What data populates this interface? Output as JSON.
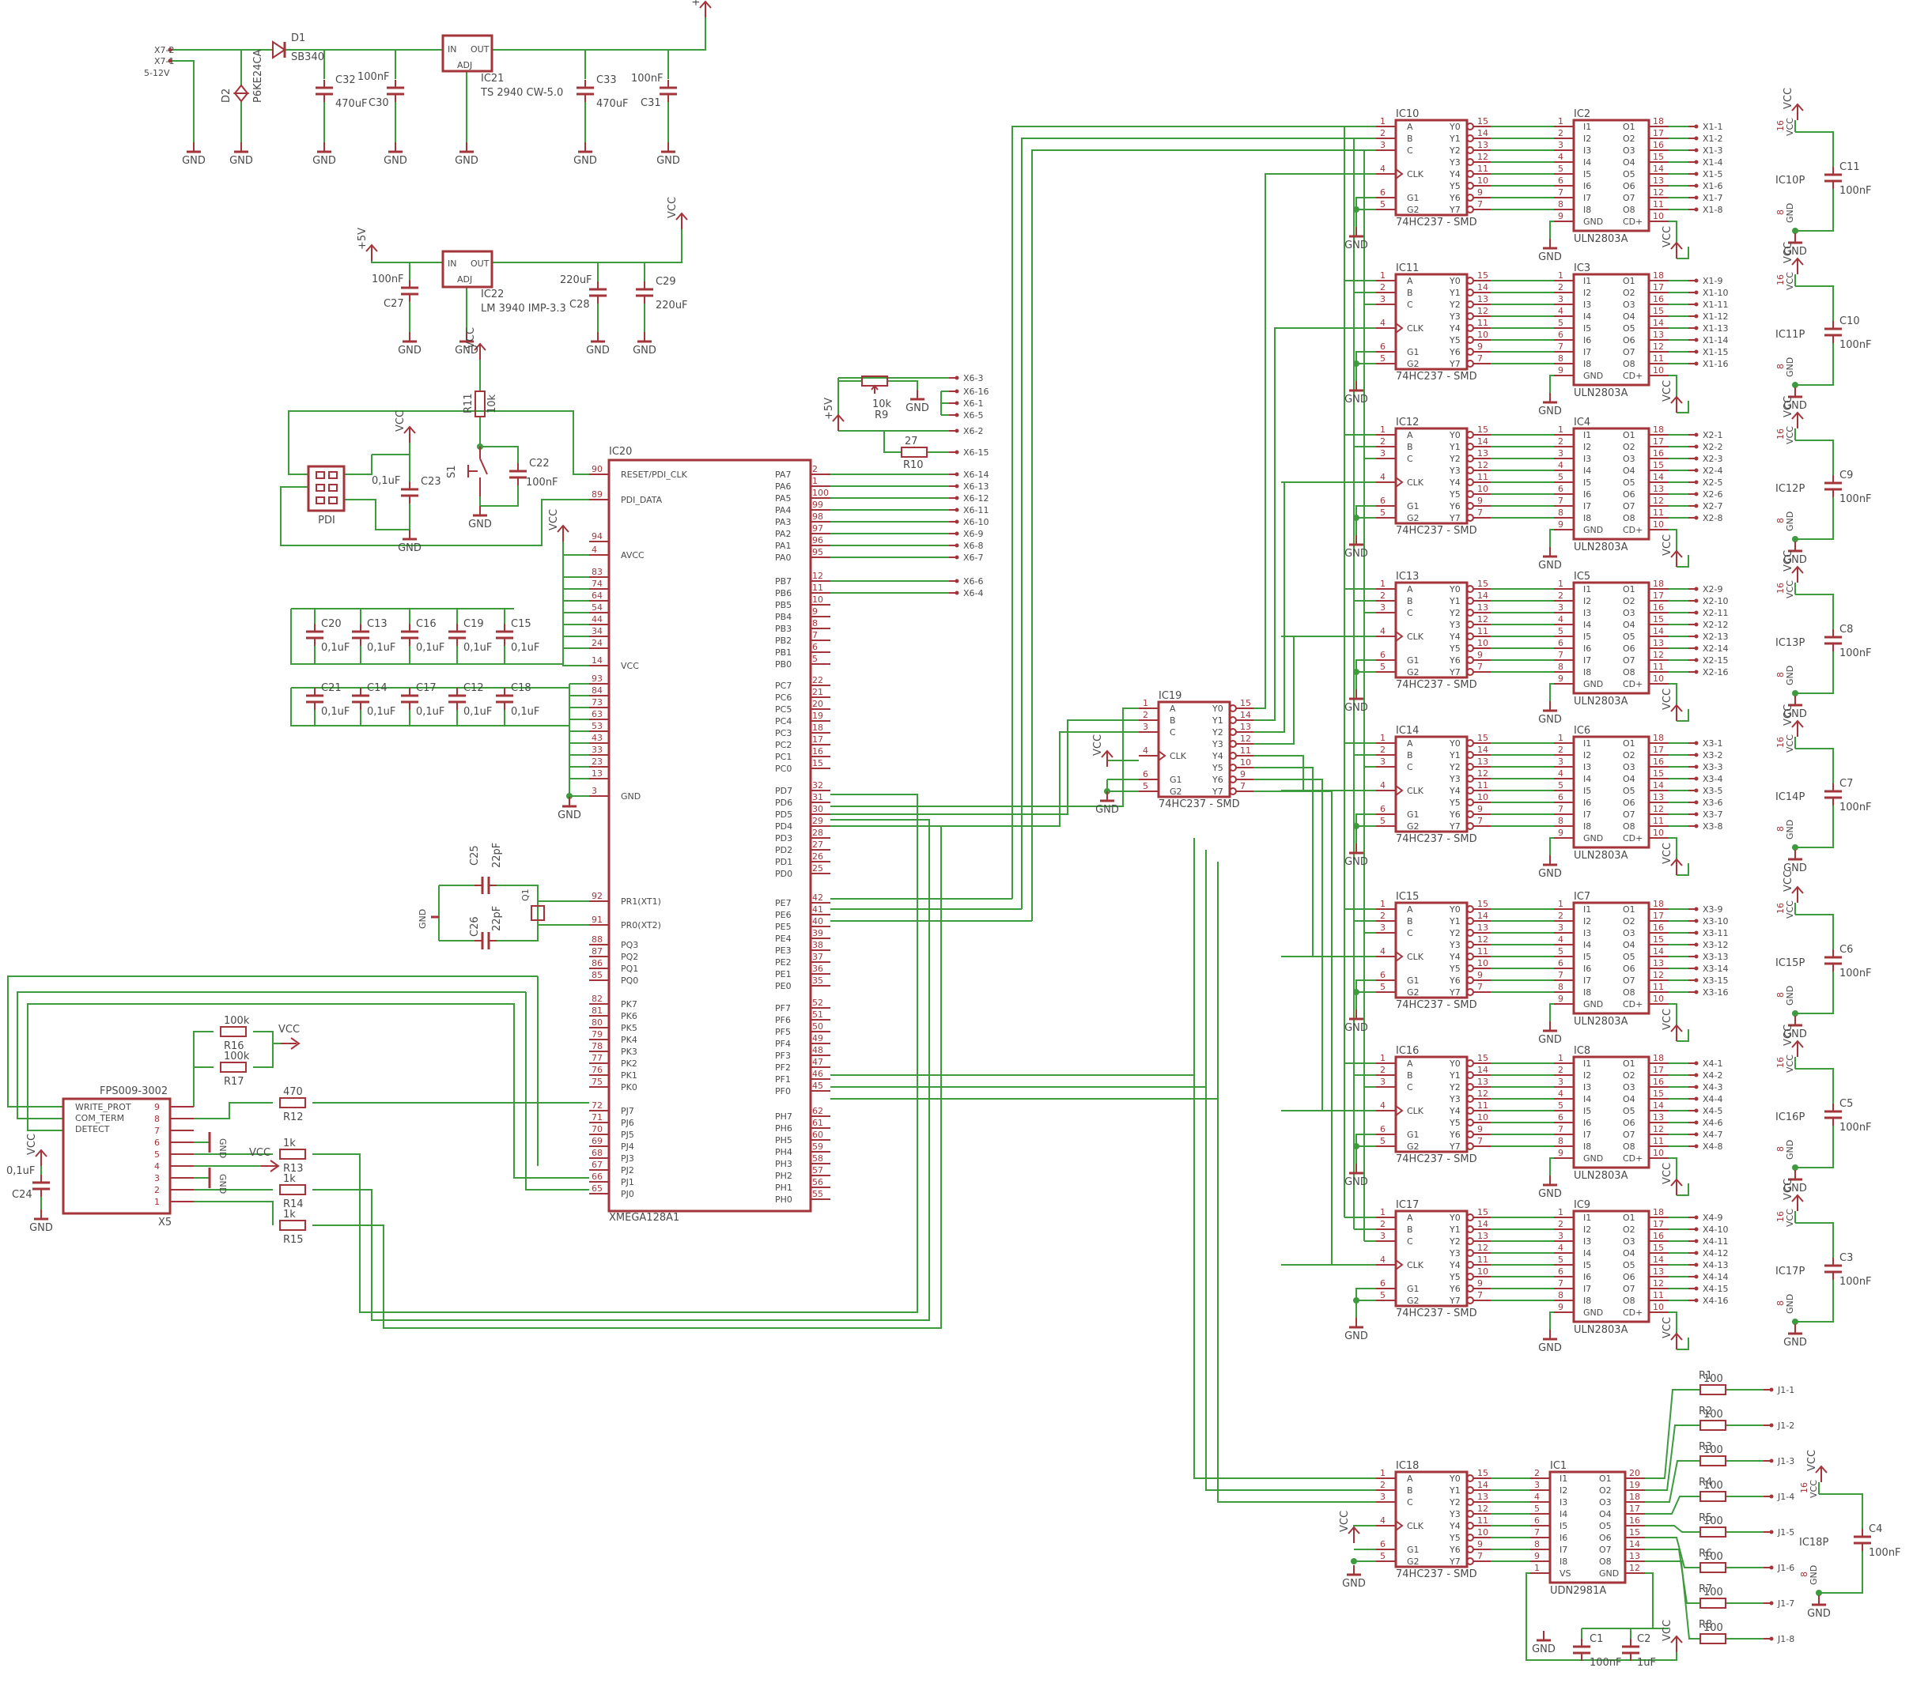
{
  "power": {
    "x7_2": "X7-2",
    "x7_1": "X7-1",
    "supply_range": "5-12V",
    "d1_name": "D1",
    "d1_value": "SB340",
    "d2_name": "D2",
    "d2_value": "P6KE24CA",
    "c32_name": "C32",
    "c32_value": "470uF",
    "c30_name": "C30",
    "c30_value": "100nF",
    "ic21_name": "IC21",
    "ic21_value": "TS 2940 CW-5.0",
    "c33_name": "C33",
    "c33_value": "470uF",
    "c31_name": "C31",
    "c31_value": "100nF",
    "ic22_name": "IC22",
    "ic22_value": "LM 3940 IMP-3.3",
    "c27_name": "C27",
    "c27_value": "100nF",
    "c28_name": "C28",
    "c28_value": "220uF",
    "c29_name": "C29",
    "c29_value": "220uF",
    "reg_in": "IN",
    "reg_out": "OUT",
    "reg_adj": "ADJ",
    "p5v": "+5V",
    "vcc": "VCC",
    "gnd": "GND"
  },
  "pdi": {
    "label": "PDI",
    "r11_name": "R11",
    "r11_value": "10k",
    "s1_name": "S1",
    "c22_name": "C22",
    "c22_value": "100nF",
    "c23_name": "C23",
    "c23_value": "0,1uF"
  },
  "mcu": {
    "name": "IC20",
    "value": "XMEGA128A1",
    "left_pins": [
      {
        "num": "90",
        "name": "RESET/PDI_CLK"
      },
      {
        "num": "89",
        "name": "PDI_DATA"
      },
      {
        "num": "94",
        "name": ""
      },
      {
        "num": "4",
        "name": "AVCC"
      },
      {
        "num": "83",
        "name": ""
      },
      {
        "num": "74",
        "name": ""
      },
      {
        "num": "64",
        "name": ""
      },
      {
        "num": "54",
        "name": ""
      },
      {
        "num": "44",
        "name": ""
      },
      {
        "num": "34",
        "name": ""
      },
      {
        "num": "24",
        "name": ""
      },
      {
        "num": "14",
        "name": "VCC"
      },
      {
        "num": "93",
        "name": ""
      },
      {
        "num": "84",
        "name": ""
      },
      {
        "num": "73",
        "name": ""
      },
      {
        "num": "63",
        "name": ""
      },
      {
        "num": "53",
        "name": ""
      },
      {
        "num": "43",
        "name": ""
      },
      {
        "num": "33",
        "name": ""
      },
      {
        "num": "23",
        "name": ""
      },
      {
        "num": "13",
        "name": ""
      },
      {
        "num": "3",
        "name": "GND"
      },
      {
        "num": "92",
        "name": "PR1(XT1)"
      },
      {
        "num": "91",
        "name": "PR0(XT2)"
      },
      {
        "num": "88",
        "name": "PQ3"
      },
      {
        "num": "87",
        "name": "PQ2"
      },
      {
        "num": "86",
        "name": "PQ1"
      },
      {
        "num": "85",
        "name": "PQ0"
      },
      {
        "num": "82",
        "name": "PK7"
      },
      {
        "num": "81",
        "name": "PK6"
      },
      {
        "num": "80",
        "name": "PK5"
      },
      {
        "num": "79",
        "name": "PK4"
      },
      {
        "num": "78",
        "name": "PK3"
      },
      {
        "num": "77",
        "name": "PK2"
      },
      {
        "num": "76",
        "name": "PK1"
      },
      {
        "num": "75",
        "name": "PK0"
      },
      {
        "num": "72",
        "name": "PJ7"
      },
      {
        "num": "71",
        "name": "PJ6"
      },
      {
        "num": "70",
        "name": "PJ5"
      },
      {
        "num": "69",
        "name": "PJ4"
      },
      {
        "num": "68",
        "name": "PJ3"
      },
      {
        "num": "67",
        "name": "PJ2"
      },
      {
        "num": "66",
        "name": "PJ1"
      },
      {
        "num": "65",
        "name": "PJ0"
      }
    ],
    "right_pins": [
      {
        "num": "2",
        "name": "PA7"
      },
      {
        "num": "1",
        "name": "PA6"
      },
      {
        "num": "100",
        "name": "PA5"
      },
      {
        "num": "99",
        "name": "PA4"
      },
      {
        "num": "98",
        "name": "PA3"
      },
      {
        "num": "97",
        "name": "PA2"
      },
      {
        "num": "96",
        "name": "PA1"
      },
      {
        "num": "95",
        "name": "PA0"
      },
      {
        "num": "12",
        "name": "PB7"
      },
      {
        "num": "11",
        "name": "PB6"
      },
      {
        "num": "10",
        "name": "PB5"
      },
      {
        "num": "9",
        "name": "PB4"
      },
      {
        "num": "8",
        "name": "PB3"
      },
      {
        "num": "7",
        "name": "PB2"
      },
      {
        "num": "6",
        "name": "PB1"
      },
      {
        "num": "5",
        "name": "PB0"
      },
      {
        "num": "22",
        "name": "PC7"
      },
      {
        "num": "21",
        "name": "PC6"
      },
      {
        "num": "20",
        "name": "PC5"
      },
      {
        "num": "19",
        "name": "PC4"
      },
      {
        "num": "18",
        "name": "PC3"
      },
      {
        "num": "17",
        "name": "PC2"
      },
      {
        "num": "16",
        "name": "PC1"
      },
      {
        "num": "15",
        "name": "PC0"
      },
      {
        "num": "32",
        "name": "PD7"
      },
      {
        "num": "31",
        "name": "PD6"
      },
      {
        "num": "30",
        "name": "PD5"
      },
      {
        "num": "29",
        "name": "PD4"
      },
      {
        "num": "28",
        "name": "PD3"
      },
      {
        "num": "27",
        "name": "PD2"
      },
      {
        "num": "26",
        "name": "PD1"
      },
      {
        "num": "25",
        "name": "PD0"
      },
      {
        "num": "42",
        "name": "PE7"
      },
      {
        "num": "41",
        "name": "PE6"
      },
      {
        "num": "40",
        "name": "PE5"
      },
      {
        "num": "39",
        "name": "PE4"
      },
      {
        "num": "38",
        "name": "PE3"
      },
      {
        "num": "37",
        "name": "PE2"
      },
      {
        "num": "36",
        "name": "PE1"
      },
      {
        "num": "35",
        "name": "PE0"
      },
      {
        "num": "52",
        "name": "PF7"
      },
      {
        "num": "51",
        "name": "PF6"
      },
      {
        "num": "50",
        "name": "PF5"
      },
      {
        "num": "49",
        "name": "PF4"
      },
      {
        "num": "48",
        "name": "PF3"
      },
      {
        "num": "47",
        "name": "PF2"
      },
      {
        "num": "46",
        "name": "PF1"
      },
      {
        "num": "45",
        "name": "PF0"
      },
      {
        "num": "62",
        "name": "PH7"
      },
      {
        "num": "61",
        "name": "PH6"
      },
      {
        "num": "60",
        "name": "PH5"
      },
      {
        "num": "59",
        "name": "PH4"
      },
      {
        "num": "58",
        "name": "PH3"
      },
      {
        "num": "57",
        "name": "PH2"
      },
      {
        "num": "56",
        "name": "PH1"
      },
      {
        "num": "55",
        "name": "PH0"
      }
    ],
    "pa_nets": [
      "X6-14",
      "X6-13",
      "X6-12",
      "X6-11",
      "X6-10",
      "X6-9",
      "X6-8",
      "X6-7"
    ],
    "pb_nets": [
      "X6-6",
      "X6-4"
    ]
  },
  "decoupling": {
    "top_names": [
      "C20",
      "C13",
      "C16",
      "C19",
      "C15"
    ],
    "bottom_names": [
      "C21",
      "C14",
      "C17",
      "C12",
      "C18"
    ],
    "value": "0,1uF"
  },
  "crystal": {
    "q1": "Q1",
    "c25_name": "C25",
    "c25_value": "22pF",
    "c26_name": "C26",
    "c26_value": "22pF"
  },
  "pot": {
    "r9_name": "R9",
    "r9_value": "10k",
    "r10_name": "R10",
    "r10_value": "27",
    "nets": [
      "X6-3",
      "X6-16",
      "X6-1",
      "X6-5",
      "X6-2",
      "X6-15"
    ]
  },
  "sdcard": {
    "name": "X5",
    "value": "FPS009-3002",
    "pin_labels": [
      "WRITE_PROT",
      "COM_TERM",
      "DETECT"
    ],
    "pins": [
      "9",
      "8",
      "7",
      "6",
      "5",
      "4",
      "3",
      "2",
      "1"
    ],
    "r16": "R16",
    "r17": "R17",
    "r100k": "100k",
    "r12": "R12",
    "r12_value": "470",
    "r13": "R13",
    "r14": "R14",
    "r15": "R15",
    "r1k": "1k",
    "c24_name": "C24",
    "c24_value": "0,1uF"
  },
  "demux_pins": {
    "left_names": [
      "A",
      "B",
      "C",
      "CLK",
      "G1",
      "G2"
    ],
    "left_nums": [
      "1",
      "2",
      "3",
      "4",
      "6",
      "5"
    ],
    "right_names": [
      "Y0",
      "Y1",
      "Y2",
      "Y3",
      "Y4",
      "Y5",
      "Y6",
      "Y7"
    ],
    "right_nums": [
      "15",
      "14",
      "13",
      "12",
      "11",
      "10",
      "9",
      "7"
    ],
    "value": "74HC237 - SMD"
  },
  "driver_pins": {
    "left_names": [
      "I1",
      "I2",
      "I3",
      "I4",
      "I5",
      "I6",
      "I7",
      "I8",
      "GND"
    ],
    "left_nums": [
      "1",
      "2",
      "3",
      "4",
      "5",
      "6",
      "7",
      "8",
      "9"
    ],
    "right_names": [
      "O1",
      "O2",
      "O3",
      "O4",
      "O5",
      "O6",
      "O7",
      "O8",
      "CD+"
    ],
    "right_nums": [
      "18",
      "17",
      "16",
      "15",
      "14",
      "13",
      "12",
      "11",
      "10"
    ],
    "value": "ULN2803A"
  },
  "ic19": {
    "name": "IC19"
  },
  "rows": [
    {
      "demux": "IC10",
      "driver": "IC2",
      "ptr": "IC10P",
      "cap": "C11",
      "nets": [
        "X1-1",
        "X1-2",
        "X1-3",
        "X1-4",
        "X1-5",
        "X1-6",
        "X1-7",
        "X1-8"
      ]
    },
    {
      "demux": "IC11",
      "driver": "IC3",
      "ptr": "IC11P",
      "cap": "C10",
      "nets": [
        "X1-9",
        "X1-10",
        "X1-11",
        "X1-12",
        "X1-13",
        "X1-14",
        "X1-15",
        "X1-16"
      ]
    },
    {
      "demux": "IC12",
      "driver": "IC4",
      "ptr": "IC12P",
      "cap": "C9",
      "nets": [
        "X2-1",
        "X2-2",
        "X2-3",
        "X2-4",
        "X2-5",
        "X2-6",
        "X2-7",
        "X2-8"
      ]
    },
    {
      "demux": "IC13",
      "driver": "IC5",
      "ptr": "IC13P",
      "cap": "C8",
      "nets": [
        "X2-9",
        "X2-10",
        "X2-11",
        "X2-12",
        "X2-13",
        "X2-14",
        "X2-15",
        "X2-16"
      ]
    },
    {
      "demux": "IC14",
      "driver": "IC6",
      "ptr": "IC14P",
      "cap": "C7",
      "nets": [
        "X3-1",
        "X3-2",
        "X3-3",
        "X3-4",
        "X3-5",
        "X3-6",
        "X3-7",
        "X3-8"
      ]
    },
    {
      "demux": "IC15",
      "driver": "IC7",
      "ptr": "IC15P",
      "cap": "C6",
      "nets": [
        "X3-9",
        "X3-10",
        "X3-11",
        "X3-12",
        "X3-13",
        "X3-14",
        "X3-15",
        "X3-16"
      ]
    },
    {
      "demux": "IC16",
      "driver": "IC8",
      "ptr": "IC16P",
      "cap": "C5",
      "nets": [
        "X4-1",
        "X4-2",
        "X4-3",
        "X4-4",
        "X4-5",
        "X4-6",
        "X4-7",
        "X4-8"
      ]
    },
    {
      "demux": "IC17",
      "driver": "IC9",
      "ptr": "IC17P",
      "cap": "C3",
      "nets": [
        "X4-9",
        "X4-10",
        "X4-11",
        "X4-12",
        "X4-13",
        "X4-14",
        "X4-15",
        "X4-16"
      ]
    }
  ],
  "cap_value": "100nF",
  "ptr_pins": {
    "top": "16",
    "bottom": "8",
    "vcc": "VCC",
    "gnd": "GND"
  },
  "bottom": {
    "demux": "IC18",
    "driver": "IC1",
    "driver_value": "UDN2981A",
    "driver_left_names": [
      "I1",
      "I2",
      "I3",
      "I4",
      "I5",
      "I6",
      "I7",
      "I8",
      "VS"
    ],
    "driver_left_nums": [
      "2",
      "3",
      "4",
      "5",
      "6",
      "7",
      "8",
      "9",
      "1"
    ],
    "driver_right_names": [
      "O1",
      "O2",
      "O3",
      "O4",
      "O5",
      "O6",
      "O7",
      "O8",
      "GND"
    ],
    "driver_right_nums": [
      "20",
      "19",
      "18",
      "17",
      "16",
      "15",
      "14",
      "13",
      "12"
    ],
    "ptr": "IC18P",
    "cap": "C4",
    "r_names": [
      "R1",
      "R2",
      "R3",
      "R4",
      "R5",
      "R6",
      "R7",
      "R8"
    ],
    "r_value": "100",
    "nets": [
      "J1-1",
      "J1-2",
      "J1-3",
      "J1-4",
      "J1-5",
      "J1-6",
      "J1-7",
      "J1-8"
    ],
    "c1_name": "C1",
    "c1_value": "100nF",
    "c2_name": "C2",
    "c2_value": "1uF"
  }
}
